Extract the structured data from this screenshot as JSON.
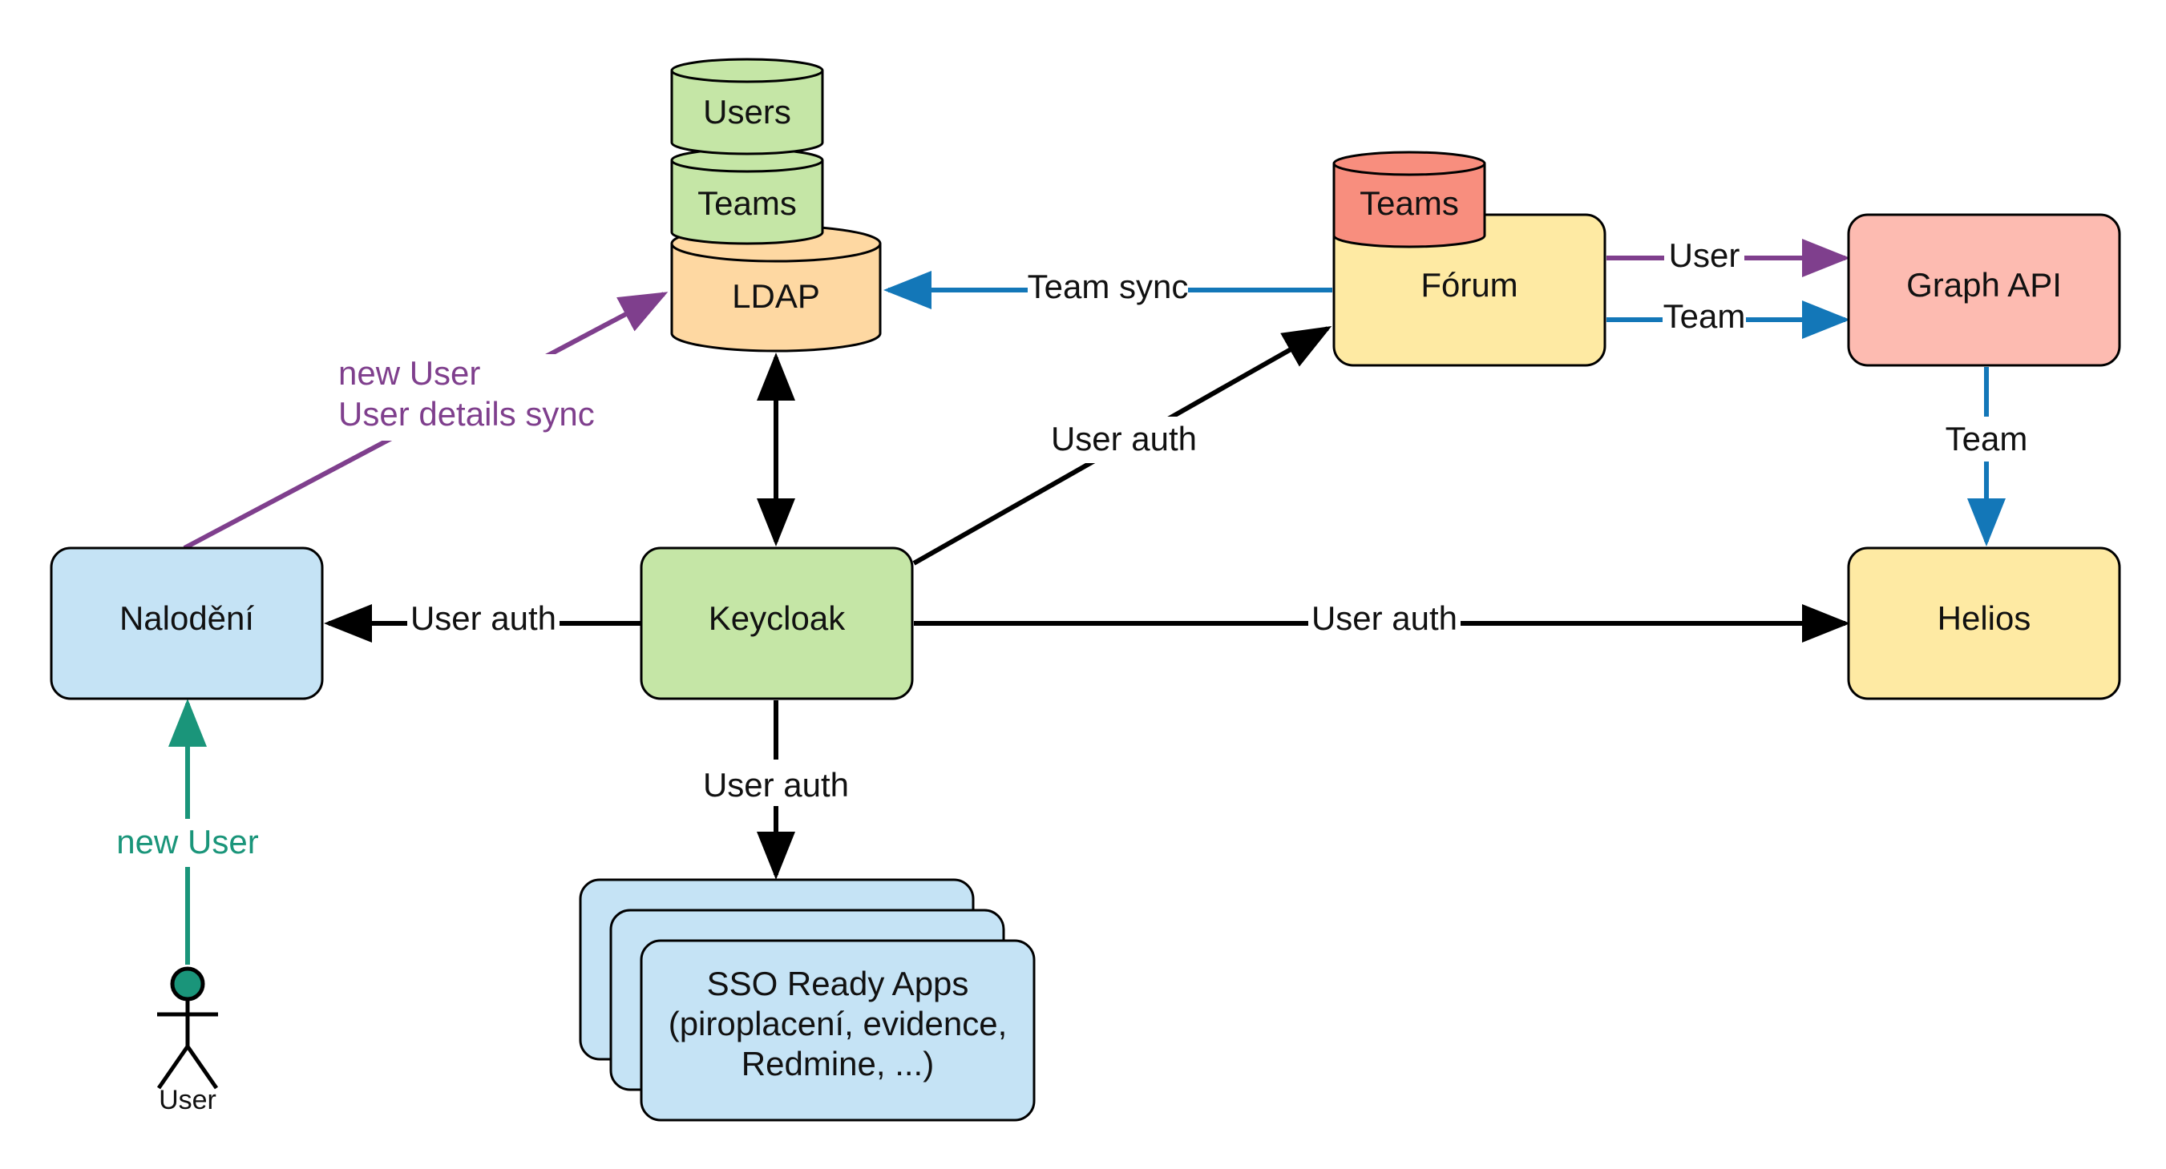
{
  "nodes": {
    "users_db": "Users",
    "teams_db": "Teams",
    "ldap": "LDAP",
    "forum_teams": "Teams",
    "forum": "Fórum",
    "graph_api": "Graph API",
    "helios": "Helios",
    "nalodeni": "Nalodění",
    "keycloak": "Keycloak",
    "sso_line1": "SSO Ready Apps",
    "sso_line2": "(piroplacení, evidence,",
    "sso_line3": "Redmine, ...)",
    "actor": "User"
  },
  "edges": {
    "team_sync": "Team sync",
    "new_user_sync_line1": "new User",
    "new_user_sync_line2": "User details sync",
    "forum_user_auth": "User auth",
    "user_to_graph": "User",
    "team_to_graph": "Team",
    "graph_team_helios": "Team",
    "nalodeni_user_auth": "User auth",
    "helios_user_auth": "User auth",
    "sso_user_auth": "User auth",
    "actor_new_user": "new User"
  },
  "colors": {
    "green_fill": "#c5e6a6",
    "ldap_fill": "#fed8a2",
    "forum_fill": "#feeaa3",
    "forum_teams_fill": "#f88e7e",
    "graph_fill": "#fdbbb1",
    "blue_fill": "#c5e3f5",
    "purple": "#7f3f8d",
    "blue_arrow": "#1377b8",
    "teal": "#1a957a",
    "black": "#000000"
  }
}
